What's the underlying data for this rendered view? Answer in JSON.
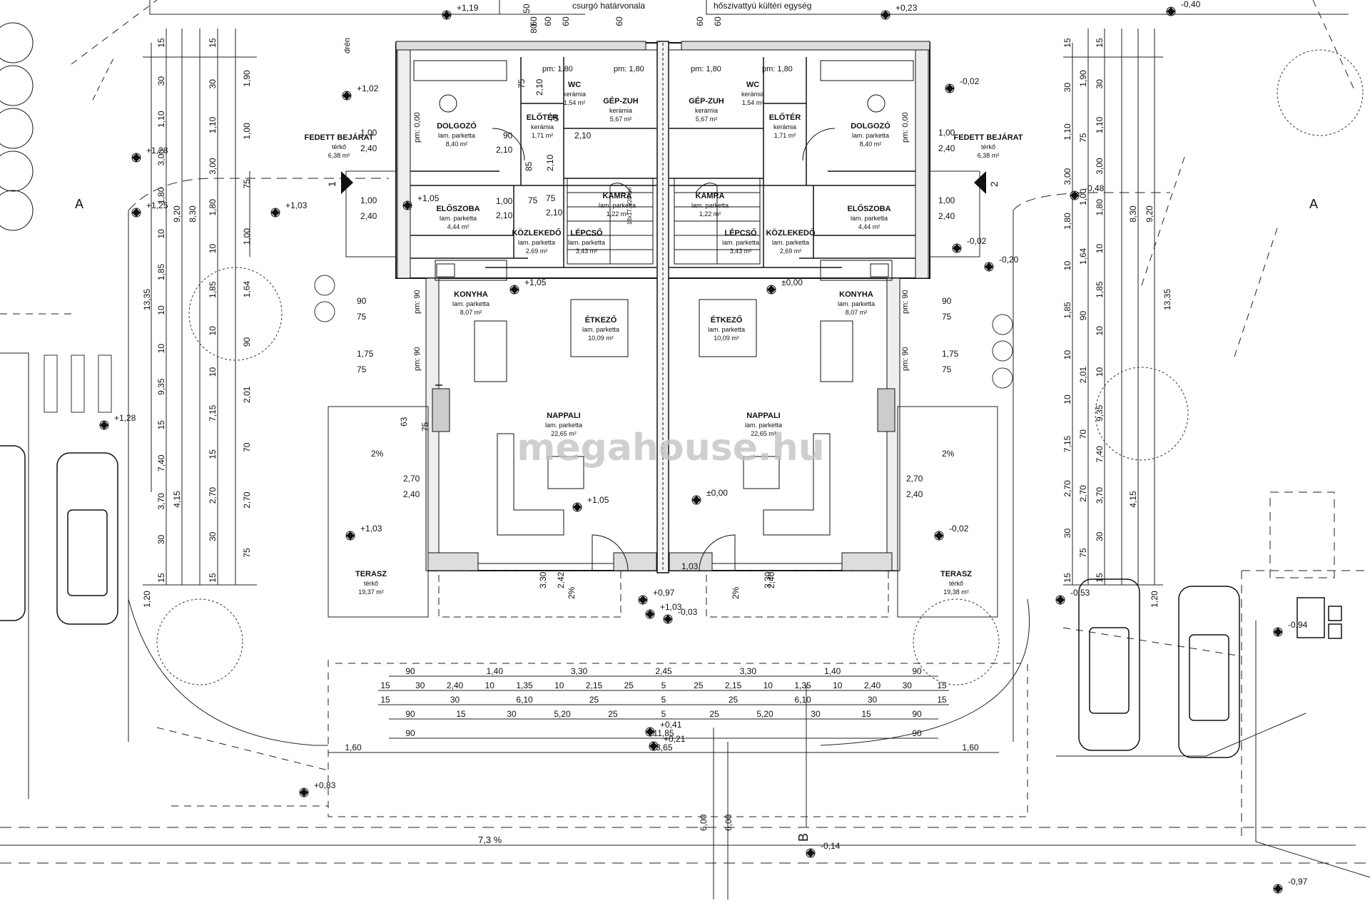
{
  "header_notes": {
    "gutter": "csurgó határvonala",
    "heatpump": "hőszivattyú kültéri egység",
    "drain": "drén"
  },
  "watermark": "megahouse.hu",
  "section_marks": {
    "a_left": "A",
    "a_right": "A",
    "b_bottom": "B",
    "entry_left": "1",
    "entry_right": "2"
  },
  "slope": {
    "road": "7,3 %",
    "terrace": "2%"
  },
  "rooms_left": [
    {
      "name": "DOLGOZÓ",
      "floor": "lam. parketta",
      "area": "8,40 m²"
    },
    {
      "name": "WC",
      "floor": "kerámia",
      "area": "1,54 m²"
    },
    {
      "name": "GÉP-ZUH",
      "floor": "kerámia",
      "area": "5,67 m²"
    },
    {
      "name": "ELŐTÉR",
      "floor": "kerámia",
      "area": "1,71 m²"
    },
    {
      "name": "KAMRA",
      "floor": "lam. parketta",
      "area": "1,22 m²"
    },
    {
      "name": "ELŐSZOBA",
      "floor": "lam. parketta",
      "area": "4,44 m²"
    },
    {
      "name": "KÖZLEKEDŐ",
      "floor": "lam. parketta",
      "area": "2,69 m²"
    },
    {
      "name": "LÉPCSŐ",
      "floor": "lam. parketta",
      "area": "3,43 m²"
    },
    {
      "name": "KONYHA",
      "floor": "lam. parketta",
      "area": "8,07 m²"
    },
    {
      "name": "ÉTKEZŐ",
      "floor": "lam. parketta",
      "area": "10,09 m²"
    },
    {
      "name": "NAPPALI",
      "floor": "lam. parketta",
      "area": "22,65 m²"
    },
    {
      "name": "FEDETT BEJÁRAT",
      "floor": "térkő",
      "area": "6,38 m²"
    },
    {
      "name": "TERASZ",
      "floor": "térkő",
      "area": "19,37 m²"
    }
  ],
  "rooms_right": [
    {
      "name": "DOLGOZÓ",
      "floor": "lam. parketta",
      "area": "8,40 m²"
    },
    {
      "name": "WC",
      "floor": "kerámia",
      "area": "1,54 m²"
    },
    {
      "name": "GÉP-ZUH",
      "floor": "kerámia",
      "area": "5,67 m²"
    },
    {
      "name": "ELŐTÉR",
      "floor": "kerámia",
      "area": "1,71 m²"
    },
    {
      "name": "KAMRA",
      "floor": "lam. parketta",
      "area": "1,22 m²"
    },
    {
      "name": "ELŐSZOBA",
      "floor": "lam. parketta",
      "area": "4,44 m²"
    },
    {
      "name": "KÖZLEKEDŐ",
      "floor": "lam. parketta",
      "area": "2,69 m²"
    },
    {
      "name": "LÉPCSŐ",
      "floor": "lam. parketta",
      "area": "3,43 m²"
    },
    {
      "name": "KONYHA",
      "floor": "lam. parketta",
      "area": "8,07 m²"
    },
    {
      "name": "ÉTKEZŐ",
      "floor": "lam. parketta",
      "area": "10,09 m²"
    },
    {
      "name": "NAPPALI",
      "floor": "lam. parketta",
      "area": "22,65 m²"
    },
    {
      "name": "FEDETT BEJÁRAT",
      "floor": "térkő",
      "area": "6,38 m²"
    },
    {
      "name": "TERASZ",
      "floor": "térkő",
      "area": "19,38 m²"
    }
  ],
  "levels": [
    "+1,19",
    "+0,23",
    "-0,40",
    "+1,02",
    "-0,02",
    "+1,28",
    "+1,25",
    "+1,03",
    "+1,05",
    "-0,02",
    "-0,20",
    "-0,48",
    "+1,05",
    "±0,00",
    "+1,28",
    "+1,05",
    "±0,00",
    "+1,03",
    "-0,02",
    "-0,53",
    "-0,94",
    "+0,97",
    "+1,03",
    "-0,03",
    "+0,41",
    "+0,21",
    "+0,83",
    "-0,14",
    "-0,97"
  ],
  "openings": {
    "pm": [
      "pm: 1,80",
      "pm: 1,80",
      "pm: 1,80",
      "pm: 1,80",
      "pm: 0,00",
      "pm: 0,00",
      "pm: 90",
      "pm: 90",
      "pm: 90",
      "pm: 90"
    ],
    "window_pairs": [
      [
        "1,00",
        "2,40"
      ],
      [
        "1,00",
        "2,40"
      ],
      [
        "90",
        "75"
      ],
      [
        "1,75",
        "75"
      ],
      [
        "2,70",
        "2,40"
      ],
      [
        "1,00",
        "2,40"
      ],
      [
        "1,00",
        "2,40"
      ],
      [
        "90",
        "75"
      ],
      [
        "1,75",
        "75"
      ],
      [
        "2,70",
        "2,40"
      ]
    ],
    "doors": [
      "90",
      "2,10",
      "75",
      "2,10",
      "75",
      "2,10",
      "85",
      "2,10",
      "75",
      "2,10",
      "1,00",
      "2,10",
      "75",
      "63",
      "75",
      "3,30",
      "2,42",
      "3,30",
      "2,40",
      "1,03"
    ]
  },
  "left_dims": {
    "col_a": [
      "15",
      "30",
      "1,10",
      "3,00",
      "1,80",
      "10",
      "1,85",
      "10",
      "10",
      "9,35",
      "15",
      "7,40",
      "3,70",
      "30",
      "15"
    ],
    "col_b": [
      "15",
      "30",
      "1,10",
      "3,00",
      "1,80",
      "10",
      "1,85",
      "10",
      "10",
      "7,15",
      "15",
      "2,70",
      "30",
      "15"
    ],
    "col_c": [
      "1,90",
      "1,00",
      "75",
      "1,00",
      "1,64",
      "90",
      "2,01",
      "70",
      "2,70",
      "75"
    ],
    "totals": [
      "9,20",
      "8,30",
      "13,35",
      "4,15",
      "1,20",
      "60",
      "50",
      "80",
      "60",
      "60",
      "60",
      "60",
      "60"
    ]
  },
  "right_dims": {
    "col_a": [
      "15",
      "30",
      "1,10",
      "3,00",
      "1,80",
      "10",
      "1,85",
      "10",
      "10",
      "9,35",
      "7,40",
      "3,70",
      "30",
      "15"
    ],
    "col_b": [
      "15",
      "30",
      "1,10",
      "3,00",
      "1,80",
      "10",
      "1,85",
      "10",
      "10",
      "7,15",
      "2,70",
      "30",
      "15"
    ],
    "col_c": [
      "1,90",
      "75",
      "1,00",
      "1,64",
      "90",
      "2,01",
      "70",
      "2,70",
      "75"
    ],
    "totals": [
      "9,20",
      "8,30",
      "13,35",
      "4,15",
      "1,20"
    ]
  },
  "bottom_dims": {
    "row1": [
      "90",
      "1,40",
      "3,30",
      "2,45",
      "3,30",
      "1,40",
      "90"
    ],
    "row2": [
      "15",
      "30",
      "2,40",
      "10",
      "1,35",
      "10",
      "2,15",
      "25",
      "5",
      "25",
      "2,15",
      "10",
      "1,35",
      "10",
      "2,40",
      "30",
      "15"
    ],
    "row3": [
      "15",
      "30",
      "6,10",
      "25",
      "5",
      "25",
      "6,10",
      "30",
      "15"
    ],
    "row4": [
      "90",
      "15",
      "30",
      "5,20",
      "25",
      "5",
      "25",
      "5,20",
      "30",
      "15",
      "90"
    ],
    "row5": [
      "90",
      "11,85",
      "90"
    ],
    "row6": [
      "1,60",
      "13,65",
      "1,60"
    ],
    "vertical": [
      "6,00",
      "6,00"
    ],
    "stair_note": "18x17,5/28 cm"
  }
}
